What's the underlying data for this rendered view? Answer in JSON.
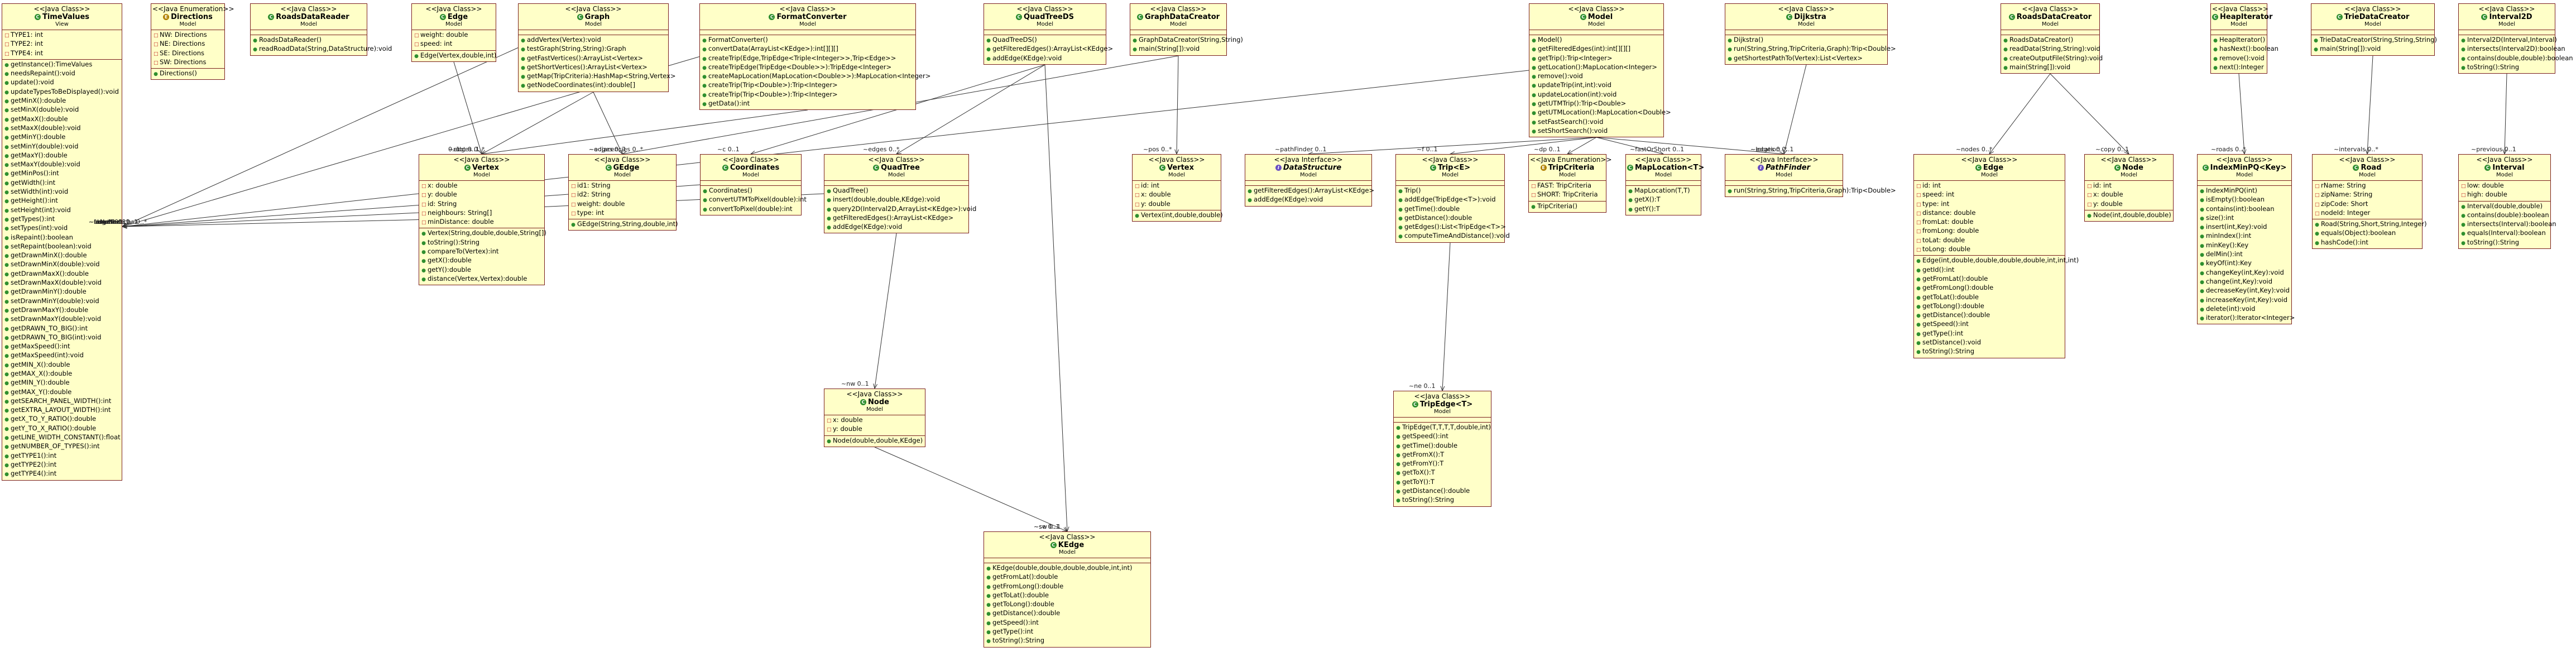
{
  "colors": {
    "fill": "#ffffc8",
    "border": "#7a1f1f",
    "edge": "#333333",
    "public": "#2f8f2f",
    "private": "#c02020"
  },
  "classes": [
    {
      "id": "TimeValues",
      "stereo": "<<Java Class>>",
      "name": "TimeValues",
      "pkg": "View",
      "icon": "class",
      "abstract": false,
      "fields": [
        "TYPE1: int",
        "TYPE2: int",
        "TYPE4: int"
      ],
      "methods": [
        "getInstance():TimeValues",
        "needsRepaint():void",
        "update():void",
        "updateTypesToBeDisplayed():void",
        "getMinX():double",
        "setMinX(double):void",
        "getMaxX():double",
        "setMaxX(double):void",
        "getMinY():double",
        "setMinY(double):void",
        "getMaxY():double",
        "setMaxY(double):void",
        "getMinPos():int",
        "getWidth():int",
        "setWidth(int):void",
        "getHeight():int",
        "setHeight(int):void",
        "getTypes():int",
        "setTypes(int):void",
        "isRepaint():boolean",
        "setRepaint(boolean):void",
        "getDrawnMinX():double",
        "setDrawnMinX(double):void",
        "getDrawnMaxX():double",
        "setDrawnMaxX(double):void",
        "getDrawnMinY():double",
        "setDrawnMinY(double):void",
        "getDrawnMaxY():double",
        "setDrawnMaxY(double):void",
        "getDRAWN_TO_BIG():int",
        "getDRAWN_TO_BIG(int):void",
        "getMaxSpeed():int",
        "getMaxSpeed(int):void",
        "getMIN_X():double",
        "getMAX_X():double",
        "getMIN_Y():double",
        "getMAX_Y():double",
        "getSEARCH_PANEL_WIDTH():int",
        "getEXTRA_LAYOUT_WIDTH():int",
        "getX_TO_Y_RATIO():double",
        "getY_TO_X_RATIO():double",
        "getLINE_WIDTH_CONSTANT():float",
        "getNUMBER_OF_TYPES():int",
        "getTYPE1():int",
        "getTYPE2():int",
        "getTYPE4():int"
      ]
    },
    {
      "id": "Directions",
      "stereo": "<<Java Enumeration>>",
      "name": "Directions",
      "pkg": "Model",
      "icon": "enum",
      "abstract": false,
      "fields": [
        "NW: Directions",
        "NE: Directions",
        "SE: Directions",
        "SW: Directions"
      ],
      "methods": [
        "Directions()"
      ]
    },
    {
      "id": "RoadsDataReader",
      "stereo": "<<Java Class>>",
      "name": "RoadsDataReader",
      "pkg": "Model",
      "icon": "class",
      "abstract": false,
      "fields": [],
      "methods": [
        "RoadsDataReader()",
        "readRoadData(String,DataStructure):void"
      ]
    },
    {
      "id": "Edge1",
      "stereo": "<<Java Class>>",
      "name": "Edge",
      "pkg": "Model",
      "icon": "class",
      "abstract": false,
      "fields": [
        "weight: double",
        "speed: int"
      ],
      "methods": [
        "Edge(Vertex,double,int)"
      ]
    },
    {
      "id": "Graph",
      "stereo": "<<Java Class>>",
      "name": "Graph",
      "pkg": "Model",
      "icon": "class",
      "abstract": false,
      "fields": [],
      "methods": [
        "addVertex(Vertex):void",
        "testGraph(String,String):Graph",
        "getFastVertices():ArrayList<Vertex>",
        "getShortVertices():ArrayList<Vertex>",
        "getMap(TripCriteria):HashMap<String,Vertex>",
        "getNodeCoordinates(int):double[]"
      ]
    },
    {
      "id": "FormatConverter",
      "stereo": "<<Java Class>>",
      "name": "FormatConverter",
      "pkg": "Model",
      "icon": "class",
      "abstract": false,
      "fields": [],
      "methods": [
        "FormatConverter()",
        "convertData(ArrayList<KEdge>):int[][][]",
        "createTrip(Edge,TripEdge<Triple<Integer>>,Trip<Edge>>",
        "createTripEdge(TripEdge<Double>>):TripEdge<Integer>",
        "createMapLocation(MapLocation<Double>>):MapLocation<Integer>",
        "createTrip(Trip<Double>):Trip<Integer>",
        "createTrip(Trip<Double>):Trip<Integer>",
        "getData():int"
      ]
    },
    {
      "id": "QuadTreeDS",
      "stereo": "<<Java Class>>",
      "name": "QuadTreeDS",
      "pkg": "Model",
      "icon": "class",
      "abstract": false,
      "fields": [],
      "methods": [
        "QuadTreeDS()",
        "getFilteredEdges():ArrayList<KEdge>",
        "addEdge(KEdge):void"
      ]
    },
    {
      "id": "GraphDataCreator",
      "stereo": "<<Java Class>>",
      "name": "GraphDataCreator",
      "pkg": "Model",
      "icon": "class",
      "abstract": false,
      "fields": [],
      "methods": [
        "GraphDataCreator(String,String)",
        "main(String[]):void"
      ]
    },
    {
      "id": "Model",
      "stereo": "<<Java Class>>",
      "name": "Model",
      "pkg": "Model",
      "icon": "class",
      "abstract": false,
      "fields": [],
      "methods": [
        "Model()",
        "getFilteredEdges(int):int[][][]",
        "getTrip():Trip<Integer>",
        "getLocation():MapLocation<Integer>",
        "remove():void",
        "updateTrip(int,int):void",
        "updateLocation(int):void",
        "getUTMTrip():Trip<Double>",
        "getUTMLocation():MapLocation<Double>",
        "setFastSearch():void",
        "setShortSearch():void"
      ]
    },
    {
      "id": "Dijkstra",
      "stereo": "<<Java Class>>",
      "name": "Dijkstra",
      "pkg": "Model",
      "icon": "class",
      "abstract": false,
      "fields": [],
      "methods": [
        "Dijkstra()",
        "run(String,String,TripCriteria,Graph):Trip<Double>",
        "getShortestPathTo(Vertex):List<Vertex>"
      ]
    },
    {
      "id": "RoadsDataCreator",
      "stereo": "<<Java Class>>",
      "name": "RoadsDataCreator",
      "pkg": "Model",
      "icon": "class",
      "abstract": false,
      "fields": [],
      "methods": [
        "RoadsDataCreator()",
        "readData(String,String):void",
        "createOutputFile(String):void",
        "main(String[]):void"
      ]
    },
    {
      "id": "HeapIterator",
      "stereo": "<<Java Class>>",
      "name": "HeapIterator",
      "pkg": "Model",
      "icon": "class",
      "abstract": false,
      "fields": [],
      "methods": [
        "HeapIterator()",
        "hasNext():boolean",
        "remove():void",
        "next():Integer"
      ]
    },
    {
      "id": "TrieDataCreator",
      "stereo": "<<Java Class>>",
      "name": "TrieDataCreator",
      "pkg": "Model",
      "icon": "class",
      "abstract": false,
      "fields": [],
      "methods": [
        "TrieDataCreator(String,String,String)",
        "main(String[]):void"
      ]
    },
    {
      "id": "Interval2D",
      "stereo": "<<Java Class>>",
      "name": "Interval2D",
      "pkg": "Model",
      "icon": "class",
      "abstract": false,
      "fields": [],
      "methods": [
        "Interval2D(Interval,Interval)",
        "intersects(Interval2D):boolean",
        "contains(double,double):boolean",
        "toString():String"
      ]
    },
    {
      "id": "Vertex1",
      "stereo": "<<Java Class>>",
      "name": "Vertex",
      "pkg": "Model",
      "icon": "class",
      "abstract": false,
      "fields": [
        "x: double",
        "y: double",
        "id: String",
        "neighbours: String[]",
        "minDistance: double"
      ],
      "methods": [
        "Vertex(String,double,double,String[])",
        "toString():String",
        "compareTo(Vertex):int",
        "getX():double",
        "getY():double",
        "distance(Vertex,Vertex):double"
      ]
    },
    {
      "id": "GEdge",
      "stereo": "<<Java Class>>",
      "name": "GEdge",
      "pkg": "Model",
      "icon": "class",
      "abstract": false,
      "fields": [
        "id1: String",
        "id2: String",
        "weight: double",
        "type: int"
      ],
      "methods": [
        "GEdge(String,String,double,int)"
      ]
    },
    {
      "id": "Coordinates",
      "stereo": "<<Java Class>>",
      "name": "Coordinates",
      "pkg": "Model",
      "icon": "class",
      "abstract": false,
      "fields": [],
      "methods": [
        "Coordinates()",
        "convertUTMToPixel(double):int",
        "convertToPixel(double):int"
      ]
    },
    {
      "id": "QuadTree",
      "stereo": "<<Java Class>>",
      "name": "QuadTree",
      "pkg": "Model",
      "icon": "class",
      "abstract": false,
      "fields": [],
      "methods": [
        "QuadTree()",
        "insert(double,double,KEdge):void",
        "query2D(Interval2D,ArrayList<KEdge>):void",
        "getFilteredEdges():ArrayList<KEdge>",
        "addEdge(KEdge):void"
      ]
    },
    {
      "id": "Vertex2",
      "stereo": "<<Java Class>>",
      "name": "Vertex",
      "pkg": "Model",
      "icon": "class",
      "abstract": false,
      "fields": [
        "id: int",
        "x: double",
        "y: double"
      ],
      "methods": [
        "Vertex(int,double,double)"
      ]
    },
    {
      "id": "DataStructure",
      "stereo": "<<Java Interface>>",
      "name": "DataStructure",
      "pkg": "Model",
      "icon": "interface",
      "abstract": true,
      "fields": [],
      "methods": [
        "getFilteredEdges():ArrayList<KEdge>",
        "addEdge(KEdge):void"
      ]
    },
    {
      "id": "Trip",
      "stereo": "<<Java Class>>",
      "name": "Trip<E>",
      "pkg": "Model",
      "icon": "class",
      "abstract": false,
      "fields": [],
      "methods": [
        "Trip()",
        "addEdge(TripEdge<T>):void",
        "getTime():double",
        "getDistance():double",
        "getEdges():List<TripEdge<T>>",
        "computeTimeAndDistance():void"
      ]
    },
    {
      "id": "TripCriteria",
      "stereo": "<<Java Enumeration>>",
      "name": "TripCriteria",
      "pkg": "Model",
      "icon": "enum",
      "abstract": false,
      "fields": [
        "FAST: TripCriteria",
        "SHORT: TripCriteria"
      ],
      "methods": [
        "TripCriteria()"
      ]
    },
    {
      "id": "MapLocation",
      "stereo": "<<Java Class>>",
      "name": "MapLocation<T>",
      "pkg": "Model",
      "icon": "class",
      "abstract": false,
      "fields": [],
      "methods": [
        "MapLocation(T,T)",
        "getX():T",
        "getY():T"
      ]
    },
    {
      "id": "PathFinder",
      "stereo": "<<Java Interface>>",
      "name": "PathFinder",
      "pkg": "Model",
      "icon": "interface",
      "abstract": true,
      "fields": [],
      "methods": [
        "run(String,String,TripCriteria,Graph):Trip<Double>"
      ]
    },
    {
      "id": "Edge2",
      "stereo": "<<Java Class>>",
      "name": "Edge",
      "pkg": "Model",
      "icon": "class",
      "abstract": false,
      "fields": [
        "id: int",
        "speed: int",
        "type: int",
        "distance: double",
        "fromLat: double",
        "fromLong: double",
        "toLat: double",
        "toLong: double"
      ],
      "methods": [
        "Edge(int,double,double,double,double,int,int,int)",
        "getId():int",
        "getFromLat():double",
        "getFromLong():double",
        "getToLat():double",
        "getToLong():double",
        "getDistance():double",
        "getSpeed():int",
        "getType():int",
        "setDistance():void",
        "toString():String"
      ]
    },
    {
      "id": "Node2",
      "stereo": "<<Java Class>>",
      "name": "Node",
      "pkg": "Model",
      "icon": "class",
      "abstract": false,
      "fields": [
        "id: int",
        "x: double",
        "y: double"
      ],
      "methods": [
        "Node(int,double,double)"
      ]
    },
    {
      "id": "IndexMinPQ",
      "stereo": "<<Java Class>>",
      "name": "IndexMinPQ<Key>",
      "pkg": "Model",
      "icon": "class",
      "abstract": false,
      "fields": [],
      "methods": [
        "IndexMinPQ(int)",
        "isEmpty():boolean",
        "contains(int):boolean",
        "size():int",
        "insert(int,Key):void",
        "minIndex():int",
        "minKey():Key",
        "delMin():int",
        "keyOf(int):Key",
        "changeKey(int,Key):void",
        "change(int,Key):void",
        "decreaseKey(int,Key):void",
        "increaseKey(int,Key):void",
        "delete(int):void",
        "iterator():Iterator<Integer>"
      ]
    },
    {
      "id": "Road",
      "stereo": "<<Java Class>>",
      "name": "Road",
      "pkg": "Model",
      "icon": "class",
      "abstract": false,
      "fields": [
        "rName: String",
        "zipName: String",
        "zipCode: Short",
        "nodeId: Integer"
      ],
      "methods": [
        "Road(String,Short,String,Integer)",
        "equals(Object):boolean",
        "hashCode():int"
      ]
    },
    {
      "id": "Interval",
      "stereo": "<<Java Class>>",
      "name": "Interval",
      "pkg": "Model",
      "icon": "class",
      "abstract": false,
      "fields": [
        "low: double",
        "high: double"
      ],
      "methods": [
        "Interval(double,double)",
        "contains(double):boolean",
        "intersects(Interval):boolean",
        "equals(Interval):boolean",
        "toString():String"
      ]
    },
    {
      "id": "Node1",
      "stereo": "<<Java Class>>",
      "name": "Node",
      "pkg": "Model",
      "icon": "class",
      "abstract": false,
      "fields": [
        "x: double",
        "y: double"
      ],
      "methods": [
        "Node(double,double,KEdge)"
      ]
    },
    {
      "id": "TripEdge",
      "stereo": "<<Java Class>>",
      "name": "TripEdge<T>",
      "pkg": "Model",
      "icon": "class",
      "abstract": false,
      "fields": [],
      "methods": [
        "TripEdge(T,T,T,T,double,int)",
        "getSpeed():int",
        "getTime():double",
        "getFromX():T",
        "getFromY():T",
        "getToX():T",
        "getToY():T",
        "getDistance():double",
        "toString():String"
      ]
    },
    {
      "id": "KEdge",
      "stereo": "<<Java Class>>",
      "name": "KEdge",
      "pkg": "Model",
      "icon": "class",
      "abstract": false,
      "fields": [],
      "methods": [
        "KEdge(double,double,double,double,int,int)",
        "getFromLat():double",
        "getFromLong():double",
        "getToLat():double",
        "getToLong():double",
        "getDistance():double",
        "getSpeed():int",
        "getType():int",
        "toString():String"
      ]
    }
  ],
  "edge_labels": [
    "~instance",
    "0..1",
    "~adjacencies 0..*",
    "~target 0..1",
    "~shortVertices 0..*",
    "~edges 0..*",
    "~c 0..1",
    "~pos 0..*",
    "~edges 0..1",
    "~f 0..1",
    "~dp 0..1",
    "~fastOrShort 0..1",
    "~location 0..1",
    "~pathFinder 0..1",
    "~edges 0..*",
    "~nodes 0..*",
    "~copy 0..1",
    "~roads 0..*",
    "~intervals 0..*",
    "~previous 0..1",
    "~root 0..1",
    "~edge 0..1",
    "~ne 0..1",
    "~nw 0..1",
    "~se 0..1",
    "~sw 0..1",
    "~edges 0..*",
    "~fromNode 0..1",
    "~toNode 0..1"
  ]
}
